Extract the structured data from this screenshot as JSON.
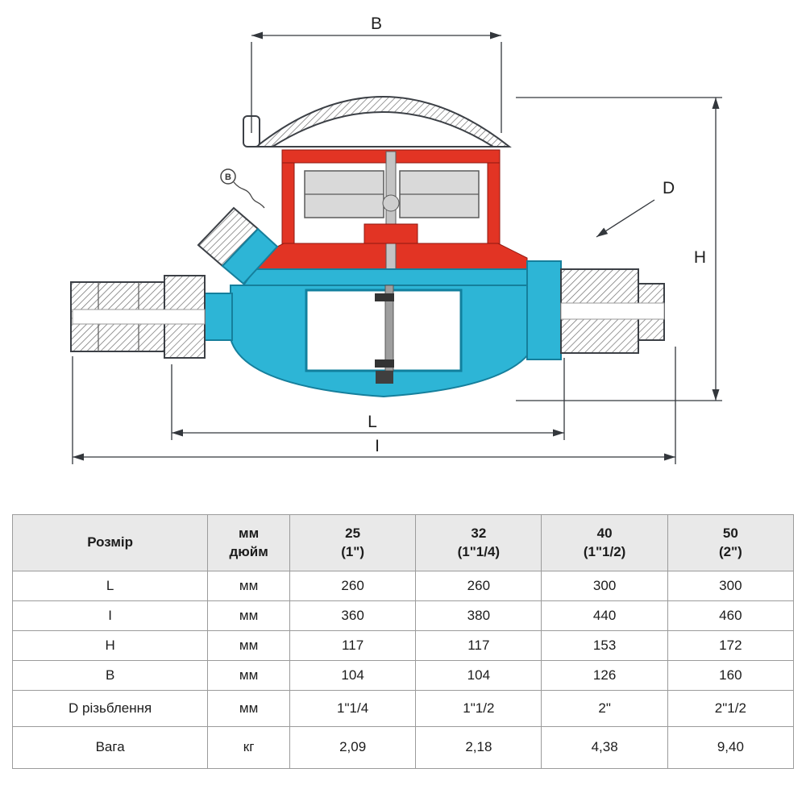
{
  "diagram": {
    "labels": {
      "b": "B",
      "h": "H",
      "d": "D",
      "l": "L",
      "i": "I",
      "seal": "B"
    },
    "colors": {
      "body": "#2db5d6",
      "mechanism": "#e23424",
      "hatch": "#6e6e6e",
      "dimension": "#33373c"
    }
  },
  "table": {
    "header": {
      "size_label": "Розмір",
      "unit_lines": [
        "мм",
        "дюйм"
      ],
      "columns": [
        {
          "line1": "25",
          "line2": "(1\")"
        },
        {
          "line1": "32",
          "line2": "(1\"1/4)"
        },
        {
          "line1": "40",
          "line2": "(1\"1/2)"
        },
        {
          "line1": "50",
          "line2": "(2\")"
        }
      ]
    },
    "rows": [
      {
        "label": "L",
        "unit": "мм",
        "values": [
          "260",
          "260",
          "300",
          "300"
        ]
      },
      {
        "label": "I",
        "unit": "мм",
        "values": [
          "360",
          "380",
          "440",
          "460"
        ]
      },
      {
        "label": "H",
        "unit": "мм",
        "values": [
          "117",
          "117",
          "153",
          "172"
        ]
      },
      {
        "label": "B",
        "unit": "мм",
        "values": [
          "104",
          "104",
          "126",
          "160"
        ]
      },
      {
        "label": "D різьблення",
        "unit": "мм",
        "values": [
          "1\"1/4",
          "1\"1/2",
          "2\"",
          "2\"1/2"
        ]
      },
      {
        "label": "Вага",
        "unit": "кг",
        "values": [
          "2,09",
          "2,18",
          "4,38",
          "9,40"
        ]
      }
    ]
  }
}
